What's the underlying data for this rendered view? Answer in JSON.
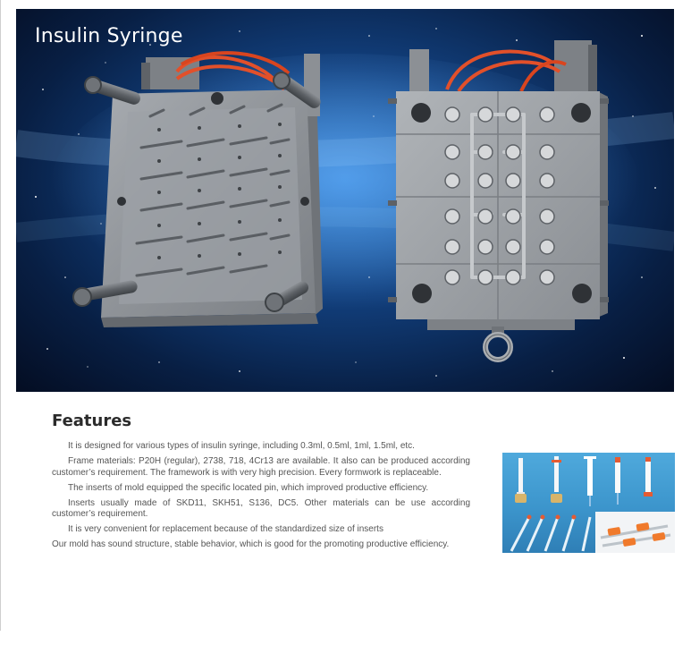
{
  "banner": {
    "title": "Insulin Syringe"
  },
  "features": {
    "heading": "Features",
    "paragraphs": [
      "It is designed for various types of insulin syringe, including 0.3ml, 0.5ml, 1ml, 1.5ml, etc.",
      "Frame materials: P20H (regular), 2738, 718, 4Cr13 are available. It also can be produced according customer’s requirement. The framework is with very high precision. Every formwork is replaceable.",
      "The inserts of mold equipped the specific located pin, which improved productive efficiency.",
      "Inserts usually made of SKD11, SKH51, S136, DC5. Other materials can be use according customer’s requirement.",
      "It is very convenient for replacement because of the standardized size of inserts",
      "Our mold has sound structure, stable behavior, which is good for the promoting productive efficiency."
    ]
  },
  "colors": {
    "banner_background": "#0a2a5c",
    "mold_steel": "#9a9ea3",
    "cooling_hose": "#e2502a",
    "heading_text": "#2b2b2b",
    "body_text": "#555555",
    "photo_background": "#3c95cc"
  }
}
